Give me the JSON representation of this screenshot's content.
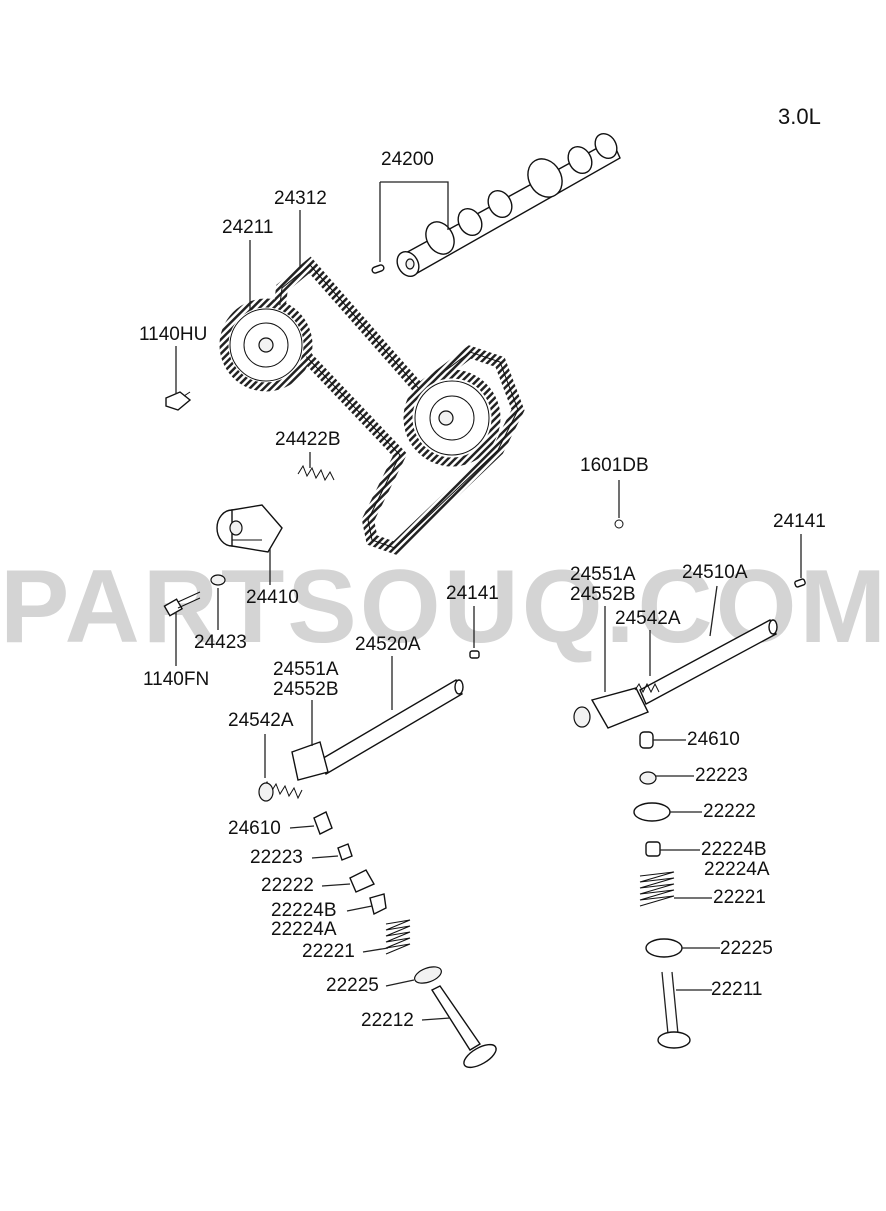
{
  "engine": "3.0L",
  "watermark": "PARTSOUQ.COM",
  "labels": {
    "l24200": "24200",
    "l24312": "24312",
    "l24211": "24211",
    "l1140HU": "1140HU",
    "l24422B": "24422B",
    "l24410": "24410",
    "l24423": "24423",
    "l1140FN": "1140FN",
    "l1601DB": "1601DB",
    "l24141a": "24141",
    "l24141b": "24141",
    "l24551A_r": "24551A",
    "l24552B_r": "24552B",
    "l24510A": "24510A",
    "l24542A_r": "24542A",
    "l24520A": "24520A",
    "l24551A_l": "24551A",
    "l24552B_l": "24552B",
    "l24542A_l": "24542A",
    "l24610_l": "24610",
    "l22223_l": "22223",
    "l22222_l": "22222",
    "l22224B_l": "22224B",
    "l22224A_l": "22224A",
    "l22221_l": "22221",
    "l22225_l": "22225",
    "l22212": "22212",
    "l24610_r": "24610",
    "l22223_r": "22223",
    "l22222_r": "22222",
    "l22224B_r": "22224B",
    "l22224A_r": "22224A",
    "l22221_r": "22221",
    "l22225_r": "22225",
    "l22211": "22211"
  }
}
